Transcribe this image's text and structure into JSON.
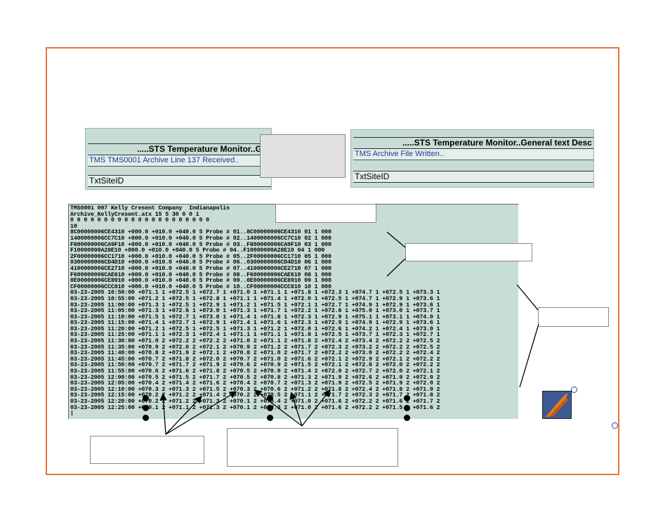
{
  "sts_left": {
    "title": ".....STS Temperature Monitor..Ge",
    "message": "TMS TMS0001 Archive Line 137 Received..",
    "field": "TxtSiteID"
  },
  "sts_right": {
    "title": ".....STS Temperature Monitor..General text Desc",
    "message": "TMS Archive File Written..",
    "field": "TxtSiteID"
  },
  "archive": {
    "header": [
      "TMS0001 007 Kelly Cresent Company  Indianapolis",
      "Archive_KellyCresent.atx 15 5 30 0 0 1",
      "0 0 0 0 0 0 0 0 0 0 0 0 0 0 0 0 0 0 0 0 0",
      "10"
    ],
    "probes": [
      "8C00000006CE4310 +000.0 +010.0 +040.0 5 Probe # 01..8C00000006CE4310 01 1 000",
      "1400000006CC7C10 +000.0 +010.0 +040.0 5 Probe # 02..1400000006CC7C10 02 1 000",
      "F800000006CA9F10 +000.0 +010.0 +040.0 5 Probe # 03..F800000006CA9F10 03 1 000",
      "F10000000A28E10 +000.0 +010.0 +040.0 5 Probe # 04..F10000000A28E10 04 1 000",
      "2F00000006CC1710 +000.0 +010.0 +040.0 5 Probe # 05..2F00000006CC1710 05 1 000",
      "0300000006CD4D10 +000.0 +010.0 +040.0 5 Probe # 06..0300000006CD4D10 06 1 000",
      "4100000006CE2710 +000.0 +010.0 +040.0 5 Probe # 07..4100000006CE2710 07 1 000",
      "F600000006CAE610 +000.0 +010.0 +040.0 5 Probe # 08..F600000006CAE610 08 1 000",
      "0E00000006CE8910 +000.0 +010.0 +040.0 5 Probe # 09..0E00000006CE8910 09 1 000",
      "CF00000006CCC810 +000.0 +010.0 +040.0 5 Probe # 10..CF00000006CCC810 10 1 000"
    ],
    "readings": [
      "03-23-2005 10:50:00 +071.1 1 +072.5 1 +072.7 1 +071.0 1 +071.1 1 +071.8 1 +072.3 1 +074.7 1 +072.5 1 +073.3 1",
      "03-23-2005 10:55:00 +071.2 1 +072.5 1 +072.8 1 +071.1 1 +071.4 1 +072.0 1 +072.5 1 +074.7 1 +072.9 1 +073.6 1",
      "03-23-2005 11:00:00 +071.3 1 +072.5 1 +072.9 1 +071.2 1 +071.5 1 +072.1 1 +072.7 1 +074.9 1 +072.9 1 +073.6 1",
      "03-23-2005 11:05:00 +071.3 1 +072.6 1 +073.0 1 +071.3 1 +071.7 1 +072.2 1 +072.8 1 +075.0 1 +073.0 1 +073.7 1",
      "03-23-2005 11:10:00 +071.5 1 +072.7 1 +073.0 1 +071.4 1 +071.8 1 +072.3 1 +072.9 1 +075.1 1 +073.1 1 +074.0 1",
      "03-23-2005 11:15:00 +071.4 1 +072.7 1 +072.9 1 +071.4 1 +071.6 1 +072.3 1 +072.9 1 +074.9 1 +072.9 1 +073.6 1",
      "03-23-2005 11:20:00 +071.2 1 +072.5 1 +072.5 1 +071.3 1 +071.2 1 +072.0 1 +072.6 1 +074.2 1 +072.4 1 +073.0 1",
      "03-23-2005 11:25:00 +071.1 1 +072.3 1 +072.4 1 +071.1 1 +071.1 1 +071.8 1 +072.5 1 +073.7 1 +072.3 1 +072.7 1",
      "03-23-2005 11:30:00 +071.0 2 +072.2 2 +072.2 2 +071.0 2 +071.1 2 +071.8 2 +072.4 2 +073.4 2 +072.2 2 +072.5 2",
      "03-23-2005 11:35:00 +070.9 2 +072.0 2 +072.1 2 +070.9 2 +071.2 2 +071.7 2 +072.3 2 +073.2 2 +072.2 2 +072.5 2",
      "03-23-2005 11:40:00 +070.8 2 +071.9 2 +072.1 2 +070.8 2 +071.0 2 +071.7 2 +072.2 2 +073.0 2 +072.2 2 +072.4 2",
      "03-23-2005 11:45:00 +070.7 2 +071.8 2 +072.0 2 +070.7 2 +071.0 2 +071.6 2 +072.1 2 +072.9 2 +072.1 2 +072.2 2",
      "03-23-2005 11:50:00 +070.7 2 +071.7 2 +071.9 2 +070.6 2 +070.9 2 +071.5 2 +072.1 2 +072.8 2 +072.0 2 +072.2 2",
      "03-23-2005 11:55:00 +070.6 2 +071.6 2 +071.8 2 +070.5 2 +070.9 2 +071.4 2 +072.0 2 +072.7 2 +072.0 2 +072.1 2",
      "03-23-2005 12:00:00 +070.5 2 +071.5 2 +071.7 2 +070.5 2 +070.8 2 +071.3 2 +071.9 2 +072.6 2 +071.9 2 +072.0 2",
      "03-23-2005 12:05:00 +070.4 2 +071.4 2 +071.6 2 +070.4 2 +070.7 2 +071.3 2 +071.9 2 +072.5 2 +071.9 2 +072.0 2",
      "03-23-2005 12:10:00 +070.3 2 +071.3 2 +071.5 2 +070.3 2 +070.6 2 +071.2 2 +071.8 2 +072.4 2 +071.8 2 +071.9 2",
      "03-23-2005 12:15:00 +070.2 2 +071.2 2 +071.4 2 +070.2 2 +070.5 2 +071.1 2 +071.7 2 +072.3 2 +071.7 2 +071.8 2",
      "03-23-2005 12:20:00 +070.2 2 +071.2 2 +071.3 2 +070.1 2 +070.4 2 +071.0 2 +071.6 2 +072.2 2 +071.6 2 +071.7 2",
      "03-23-2005 12:25:00 +070.1 2 +071.1 2 +071.3 2 +070.1 2 +070.3 2 +071.0 2 +071.6 2 +072.2 2 +071.5 2 +071.6 2"
    ],
    "cursor": "|"
  },
  "colors": {
    "frame": "#e8743c",
    "window_bg": "#c8ddd6",
    "message_text": "#1a3aa0"
  }
}
